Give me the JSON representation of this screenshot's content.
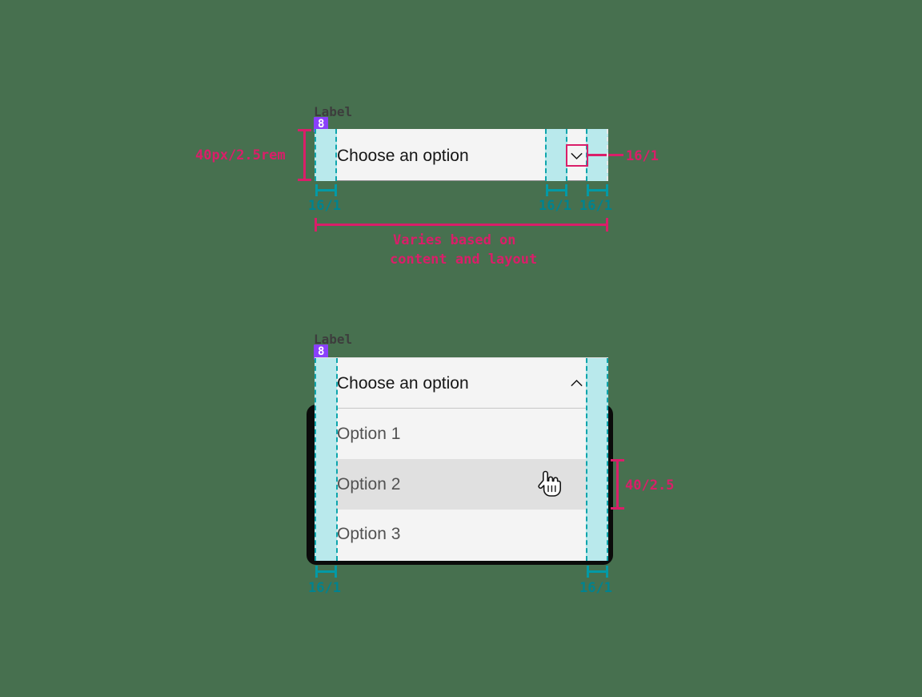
{
  "meta": {
    "background_color": "#47704f",
    "accent_pink": "#da1e69",
    "accent_teal": "#009aa6",
    "band_fill": "#b9e9ec",
    "badge_purple": "#8a3ffc",
    "field_bg": "#f4f4f4",
    "hover_bg": "#e0e0e0"
  },
  "closed_select": {
    "label": "Label",
    "label_badge": "8",
    "placeholder": "Choose an option",
    "chevron_icon": "chevron-down-icon",
    "height_annotation": "40px/2.5rem",
    "left_padding_annotation": "16/1",
    "icon_gap_annotation": "16/1",
    "right_padding_annotation": "16/1",
    "icon_size_annotation": "16/1",
    "width_annotation_line1": "Varies based on",
    "width_annotation_line2": "content and layout"
  },
  "open_select": {
    "label": "Label",
    "label_badge": "8",
    "placeholder": "Choose an option",
    "chevron_icon": "chevron-up-icon",
    "cursor_icon": "pointer-hand-cursor",
    "options": [
      {
        "label": "Option 1",
        "hovered": false
      },
      {
        "label": "Option 2",
        "hovered": true
      },
      {
        "label": "Option 3",
        "hovered": false
      }
    ],
    "item_height_annotation": "40/2.5",
    "left_padding_annotation": "16/1",
    "right_padding_annotation": "16/1"
  }
}
